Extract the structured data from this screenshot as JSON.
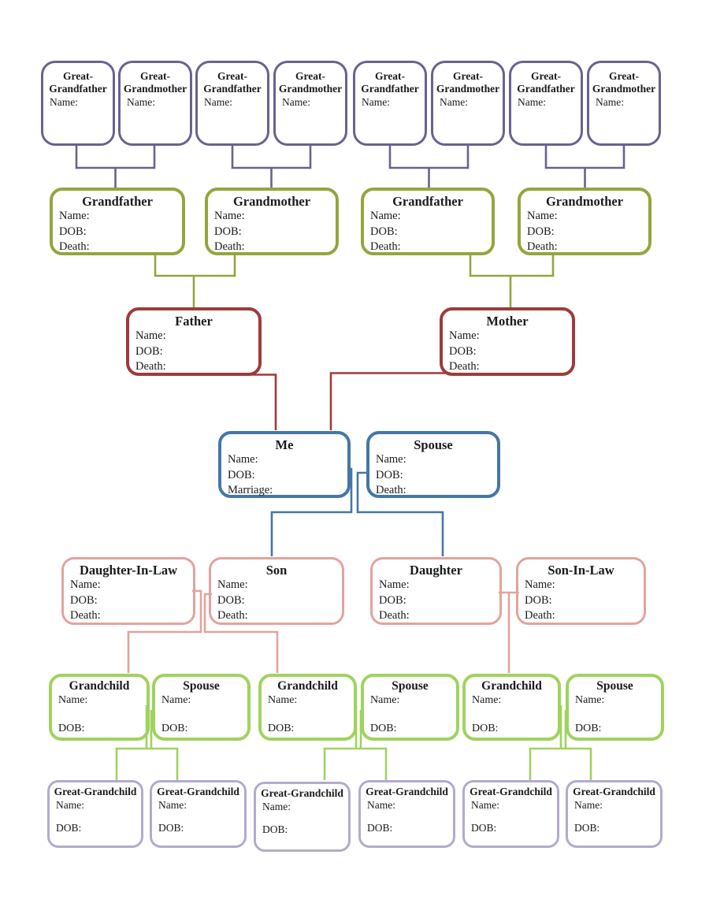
{
  "palette": {
    "great_grandparents": "#6a6191",
    "grandparents": "#95a53e",
    "parents": "#9e3b3a",
    "self_couple": "#4576a8",
    "children": "#e2a39c",
    "grandchildren": "#9fd35e",
    "great_grandchildren": "#b3aacf"
  },
  "tree": {
    "great_grandparents": [
      {
        "title": "Great-Grandfather",
        "fields": [
          "Name:"
        ]
      },
      {
        "title": "Great-Grandmother",
        "fields": [
          "Name:"
        ]
      },
      {
        "title": "Great-Grandfather",
        "fields": [
          "Name:"
        ]
      },
      {
        "title": "Great-Grandmother",
        "fields": [
          "Name:"
        ]
      },
      {
        "title": "Great-Grandfather",
        "fields": [
          "Name:"
        ]
      },
      {
        "title": "Great-Grandmother",
        "fields": [
          "Name:"
        ]
      },
      {
        "title": "Great-Grandfather",
        "fields": [
          "Name:"
        ]
      },
      {
        "title": "Great-Grandmother",
        "fields": [
          "Name:"
        ]
      }
    ],
    "grandparents": [
      {
        "title": "Grandfather",
        "fields": [
          "Name:",
          "DOB:",
          "Death:"
        ]
      },
      {
        "title": "Grandmother",
        "fields": [
          "Name:",
          "DOB:",
          "Death:"
        ]
      },
      {
        "title": "Grandfather",
        "fields": [
          "Name:",
          "DOB:",
          "Death:"
        ]
      },
      {
        "title": "Grandmother",
        "fields": [
          "Name:",
          "DOB:",
          "Death:"
        ]
      }
    ],
    "parents": [
      {
        "title": "Father",
        "fields": [
          "Name:",
          "DOB:",
          "Death:"
        ]
      },
      {
        "title": "Mother",
        "fields": [
          "Name:",
          "DOB:",
          "Death:"
        ]
      }
    ],
    "self_couple": [
      {
        "title": "Me",
        "fields": [
          "Name:",
          "DOB:",
          "Marriage:"
        ]
      },
      {
        "title": "Spouse",
        "fields": [
          "Name:",
          "DOB:",
          "Death:"
        ]
      }
    ],
    "children": [
      {
        "title": "Daughter-In-Law",
        "fields": [
          "Name:",
          "DOB:",
          "Death:"
        ]
      },
      {
        "title": "Son",
        "fields": [
          "Name:",
          "DOB:",
          "Death:"
        ]
      },
      {
        "title": "Daughter",
        "fields": [
          "Name:",
          "DOB:",
          "Death:"
        ]
      },
      {
        "title": "Son-In-Law",
        "fields": [
          "Name:",
          "DOB:",
          "Death:"
        ]
      }
    ],
    "grandchildren": [
      {
        "title": "Grandchild",
        "fields": [
          "Name:",
          "DOB:"
        ]
      },
      {
        "title": "Spouse",
        "fields": [
          "Name:",
          "DOB:"
        ]
      },
      {
        "title": "Grandchild",
        "fields": [
          "Name:",
          "DOB:"
        ]
      },
      {
        "title": "Spouse",
        "fields": [
          "Name:",
          "DOB:"
        ]
      },
      {
        "title": "Grandchild",
        "fields": [
          "Name:",
          "DOB:"
        ]
      },
      {
        "title": "Spouse",
        "fields": [
          "Name:",
          "DOB:"
        ]
      }
    ],
    "great_grandchildren": [
      {
        "title": "Great-Grandchild",
        "fields": [
          "Name:",
          "DOB:"
        ]
      },
      {
        "title": "Great-Grandchild",
        "fields": [
          "Name:",
          "DOB:"
        ]
      },
      {
        "title": "Great-Grandchild",
        "fields": [
          "Name:",
          "DOB:"
        ]
      },
      {
        "title": "Great-Grandchild",
        "fields": [
          "Name:",
          "DOB:"
        ]
      },
      {
        "title": "Great-Grandchild",
        "fields": [
          "Name:",
          "DOB:"
        ]
      },
      {
        "title": "Great-Grandchild",
        "fields": [
          "Name:",
          "DOB:"
        ]
      }
    ]
  }
}
